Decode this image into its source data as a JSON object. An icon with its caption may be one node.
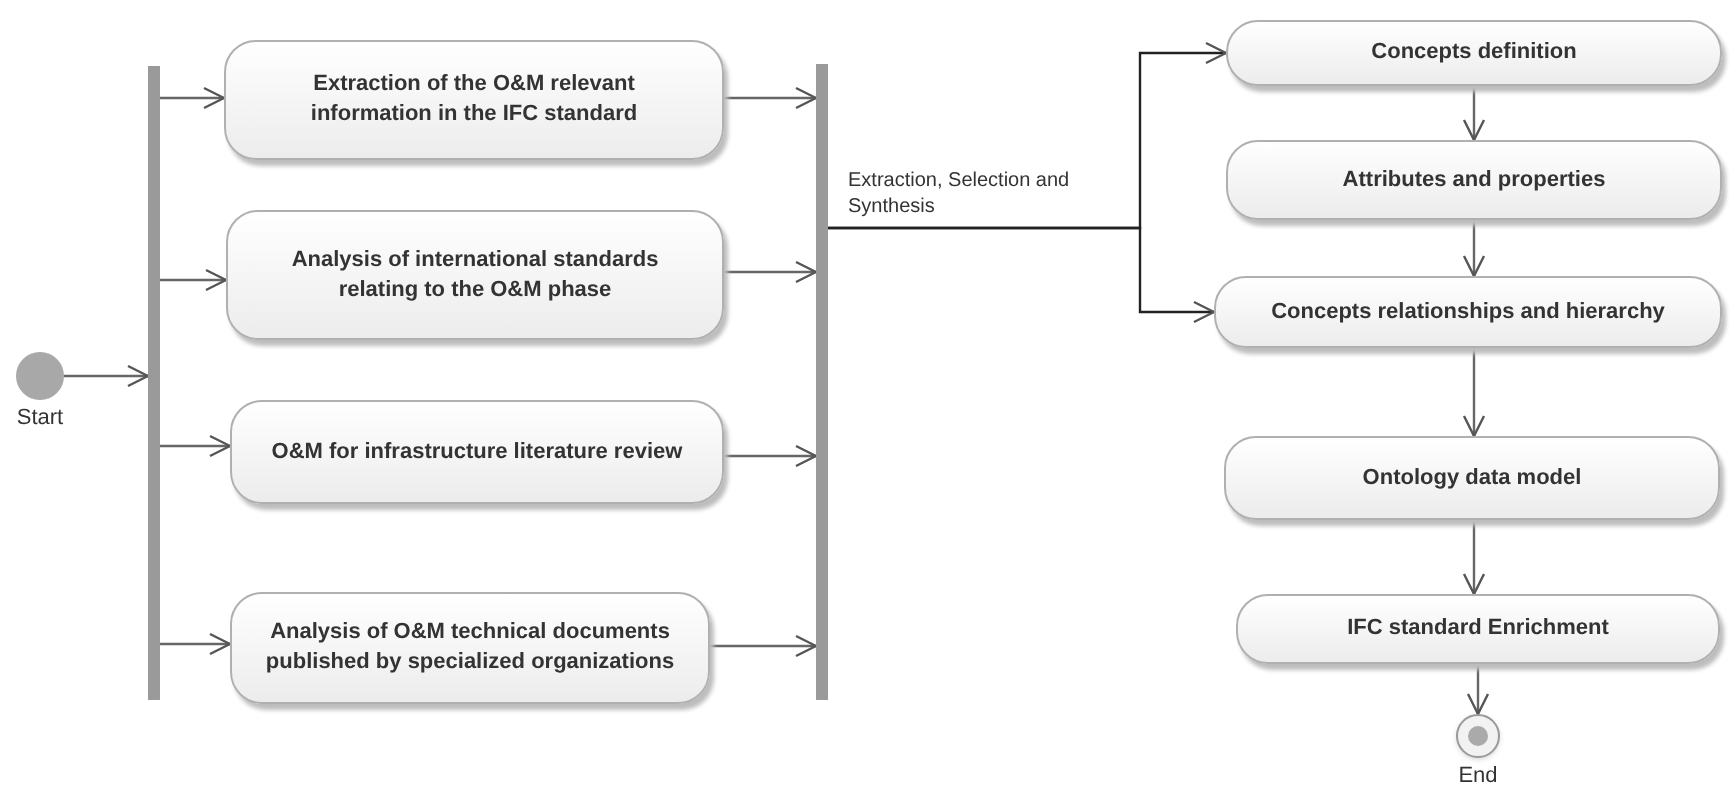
{
  "diagram": {
    "nodes": [
      {
        "text": [],
        "shape": "circle",
        "beside": [
          "Start"
        ]
      },
      {
        "text": [],
        "shape": "bar"
      },
      {
        "text": [
          "Extraction of the O&M relevant information in the IFC standard"
        ]
      },
      {
        "text": [
          "Analysis of international standards relating to the O&M phase"
        ]
      },
      {
        "text": [
          "O&M for infrastructure literature review"
        ]
      },
      {
        "text": [
          "Analysis of O&M technical documents published by specialized organizations"
        ]
      },
      {
        "text": [],
        "shape": "bar"
      },
      {
        "text": [
          "Concepts definition"
        ]
      },
      {
        "text": [
          "Attributes and properties"
        ]
      },
      {
        "text": [
          "Concepts relationships and hierarchy"
        ]
      },
      {
        "text": [
          "Ontology data model"
        ]
      },
      {
        "text": [
          "IFC standard Enrichment"
        ]
      },
      {
        "text": [],
        "shape": "circle",
        "beside": [
          "End"
        ]
      }
    ],
    "edges": [
      {
        "from": 0,
        "to": 1,
        "arrow": "to"
      },
      {
        "from": 1,
        "to": 2,
        "arrow": "to"
      },
      {
        "from": 1,
        "to": 3,
        "arrow": "to"
      },
      {
        "from": 1,
        "to": 4,
        "arrow": "to"
      },
      {
        "from": 1,
        "to": 5,
        "arrow": "to"
      },
      {
        "from": 2,
        "to": 6,
        "arrow": "to"
      },
      {
        "from": 3,
        "to": 6,
        "arrow": "to"
      },
      {
        "from": 4,
        "to": 6,
        "arrow": "to"
      },
      {
        "from": 5,
        "to": 6,
        "arrow": "to"
      },
      {
        "from": 6,
        "to": 7,
        "arrow": "to",
        "label": "Extraction, Selection and Synthesis"
      },
      {
        "from": 6,
        "to": 9,
        "arrow": "to"
      },
      {
        "from": 7,
        "to": 8,
        "arrow": "to"
      },
      {
        "from": 8,
        "to": 9,
        "arrow": "to"
      },
      {
        "from": 9,
        "to": 10,
        "arrow": "to"
      },
      {
        "from": 10,
        "to": 11,
        "arrow": "to"
      },
      {
        "from": 11,
        "to": 12,
        "arrow": "to"
      }
    ]
  }
}
